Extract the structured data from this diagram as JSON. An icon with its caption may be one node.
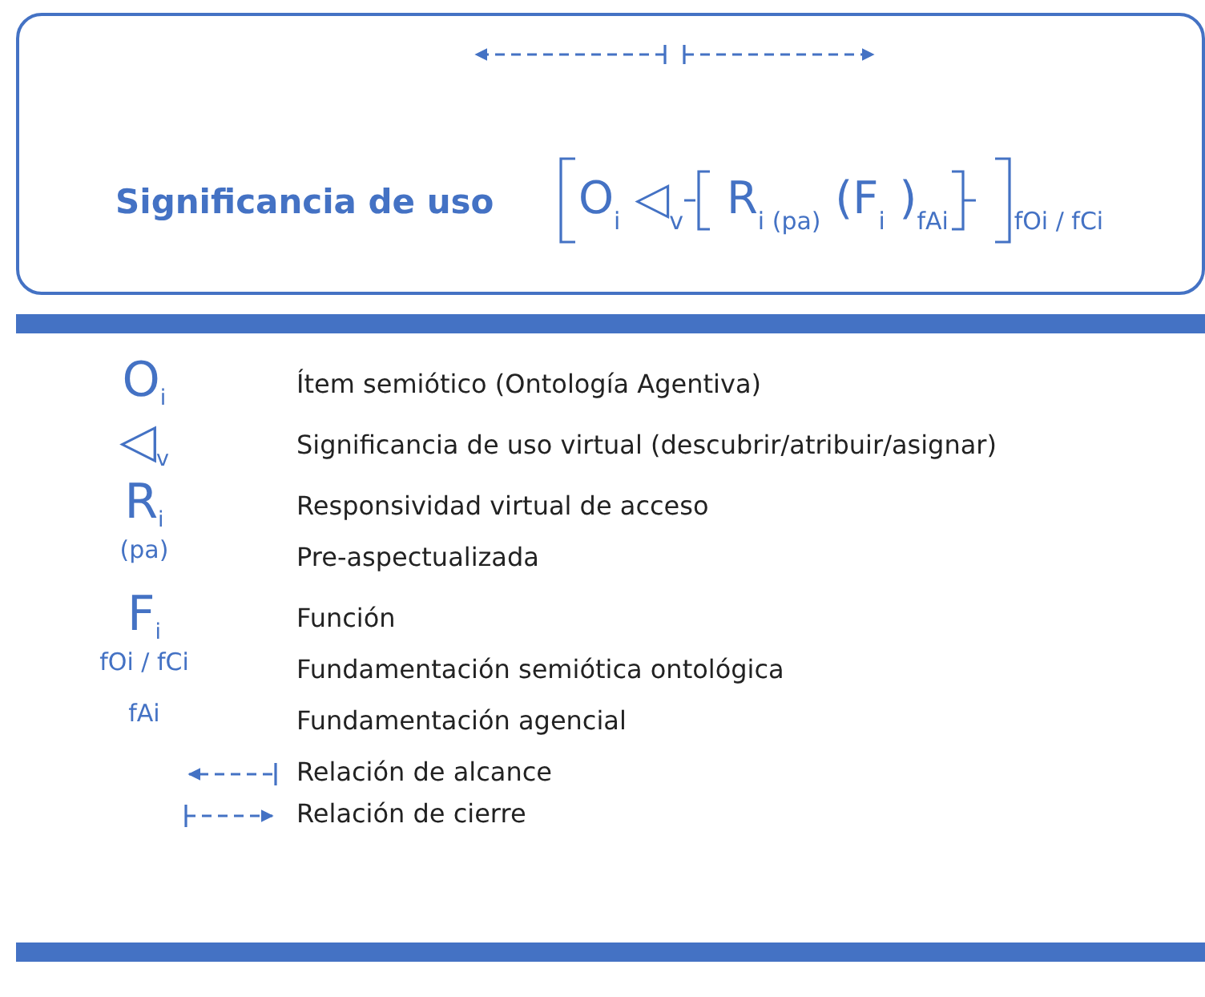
{
  "diagram": {
    "nodes": [
      {
        "text": [
          "Significancia de uso",
          "O$_{i}$ ◁$_{v}$ R$_{i (pa)}$ (F$_{i}$ )$_{fAi}$ $_{fOi / fCi}$"
        ]
      }
    ],
    "edges": [],
    "labels": [
      "O$_{i}$",
      "Ítem semiótico (Ontología Agentiva)",
      "◁$_{v}$",
      "Significancia de uso virtual (descubrir/atribuir/asignar)",
      "R$_{i}$",
      "Responsividad virtual de acceso",
      "(pa)",
      "Pre-aspectualizada",
      "F$_{i}$",
      "Función",
      "fOi / fCi",
      "Fundamentación semiótica ontológica",
      "fAi",
      "Fundamentación agencial"
    ],
    "legend": [
      {
        "text": "Relación de alcance"
      },
      {
        "text": "Relación de cierre"
      }
    ]
  }
}
